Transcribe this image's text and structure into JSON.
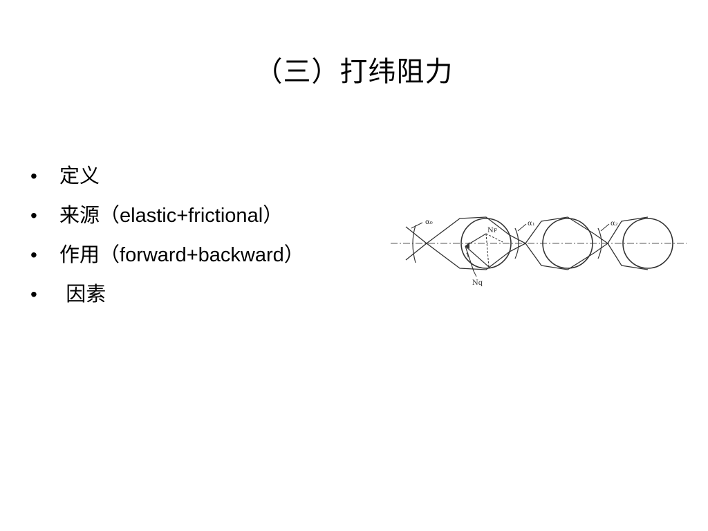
{
  "slide": {
    "title": "（三）打纬阻力",
    "bullets": [
      {
        "marker": "•",
        "cjk": "定义",
        "latin": "",
        "suffix": ""
      },
      {
        "marker": "•",
        "cjk": "来源（",
        "latin": "elastic+frictional",
        "suffix": "）"
      },
      {
        "marker": "•",
        "cjk": "作用（",
        "latin": "forward+backward",
        "suffix": "）"
      },
      {
        "marker": "•",
        "cjk": " 因素",
        "latin": "",
        "suffix": ""
      }
    ]
  },
  "figure": {
    "labels": {
      "alpha0": "α₀",
      "alpha1": "α₁",
      "alpha2": "α₂",
      "nf": "Nꜰ",
      "nq": "Nq"
    }
  }
}
